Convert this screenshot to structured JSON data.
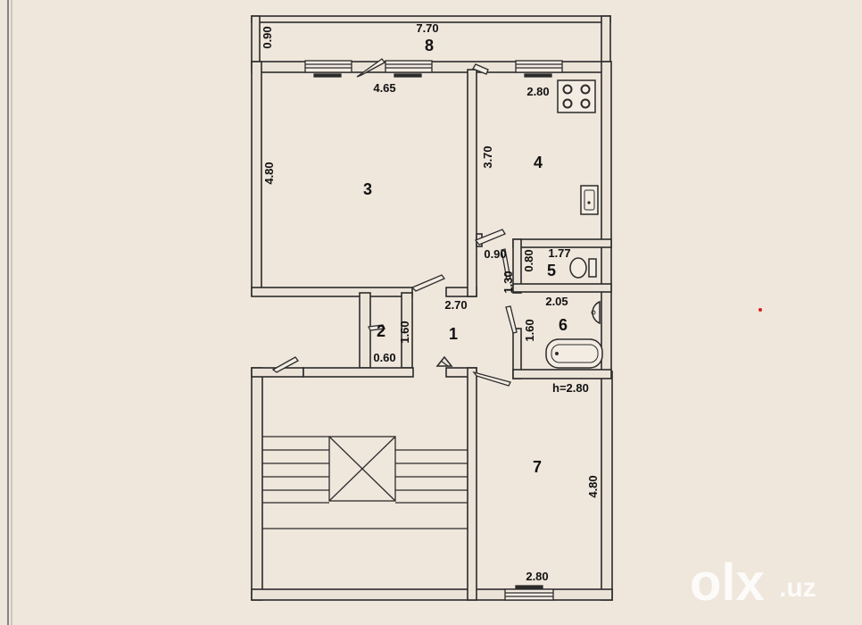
{
  "rooms": {
    "r1": "1",
    "r2": "2",
    "r3": "3",
    "r4": "4",
    "r5": "5",
    "r6": "6",
    "r7": "7",
    "r8": "8"
  },
  "dimensions": {
    "balcony_width": "7.70",
    "balcony_depth": "0.90",
    "room3_width": "4.65",
    "room3_depth": "4.80",
    "kitchen_width": "2.80",
    "kitchen_depth": "3.70",
    "door_width": "0.90",
    "toilet_width": "1.77",
    "toilet_depth": "0.80",
    "corridor_depth": "1.30",
    "bath_width": "2.05",
    "bath_depth": "1.60",
    "hall_width": "2.70",
    "closet_depth": "1.60",
    "closet_width": "0.60",
    "room7_width": "2.80",
    "room7_depth": "4.80"
  },
  "ceiling_height": "h=2.80",
  "watermark": {
    "brand": "olx",
    "suffix": ".uz"
  },
  "colors": {
    "paper": "#efe6dc",
    "wall": "#2b2b2b",
    "wall_fill": "#ece3d8",
    "watermark": "#ffffff"
  }
}
